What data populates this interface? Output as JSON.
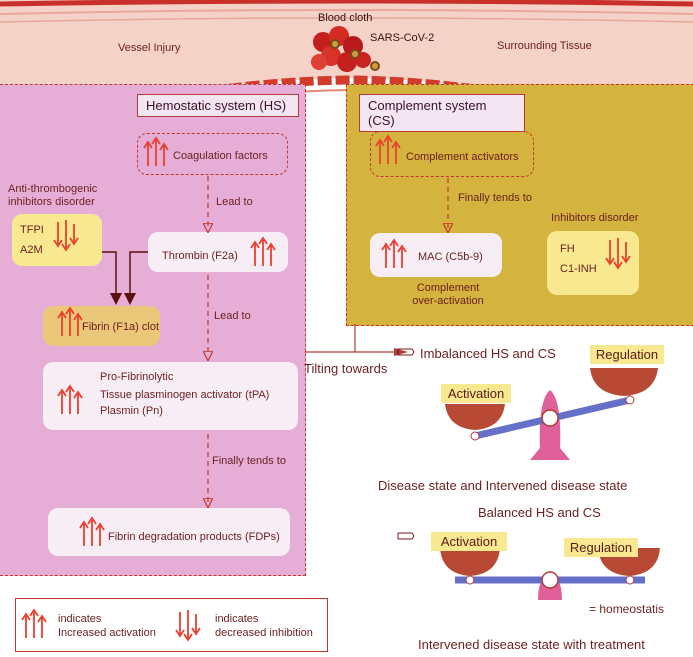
{
  "top": {
    "blood_clot": "Blood cloth",
    "virus": "SARS-CoV-2",
    "vessel_injury": "Vessel Injury",
    "surrounding_tissue": "Surrounding Tissue"
  },
  "hs": {
    "title": "Hemostatic system (HS)",
    "coagulation": "Coagulation factors",
    "lead_to_1": "Lead to",
    "thrombin": "Thrombin (F2a)",
    "lead_to_2": "Lead to",
    "pro_fibrinolytic": "Pro-Fibrinolytic",
    "tpa": "Tissue plasminogen activator (tPA)",
    "plasmin": "Plasmin (Pn)",
    "finally": "Finally tends to",
    "fdps": "Fibrin degradation products (FDPs)",
    "fibrin_clot": "Fibrin (F1a) clot",
    "anti_thrombogenic_1": "Anti-thrombogenic",
    "anti_thrombogenic_2": "inhibitors disorder",
    "tfpi": "TFPI",
    "a2m": "A2M"
  },
  "cs": {
    "title": "Complement system (CS)",
    "activators": "Complement activators",
    "finally": "Finally tends to",
    "mac": "MAC (C5b-9)",
    "over_1": "Complement",
    "over_2": "over-activation",
    "inhibitors_disorder": "Inhibitors disorder",
    "fh": "FH",
    "c1inh": "C1-INH"
  },
  "right": {
    "tilting": "Tilting  towards",
    "imbalanced": "Imbalanced HS and CS",
    "activation_1": "Activation",
    "regulation_1": "Regulation",
    "disease_state": "Disease  state  and Intervened  disease state",
    "balanced": "Balanced HS and CS",
    "activation_2": "Activation",
    "regulation_2": "Regulation",
    "homeostatis": "= homeostatis",
    "intervened": "Intervened disease state with treatment"
  },
  "legend": {
    "increased_1": "indicates",
    "increased_2": "Increased activation",
    "decreased_1": "indicates",
    "decreased_2": "decreased inhibition"
  },
  "colors": {
    "hs_bg": "#e6aed6",
    "cs_bg": "#d4b33f",
    "arrow_red": "#e8402f",
    "beam": "#6670c8",
    "pivot": "#e0609a",
    "pan": "#b84a35",
    "tissue": "#f2c9bf"
  }
}
